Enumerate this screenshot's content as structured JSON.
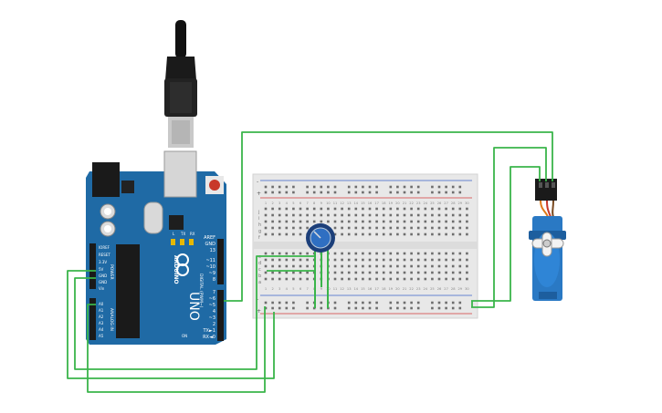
{
  "colors": {
    "wire": "#3ab54a",
    "arduino": "#1f6aa5",
    "arduino_dark": "#15507e",
    "breadboard": "#e8e8e8",
    "servo": "#2a79c4",
    "pot": "#1c4fa0",
    "rail_red": "#d23b3b",
    "rail_blue": "#3b63c8"
  },
  "icons": [
    "usb-plug-icon",
    "reset-button-icon",
    "arduino-logo-icon",
    "servo-horn-icon"
  ],
  "arduino": {
    "brand": "ARDUINO",
    "model": "UNO",
    "top_labels": [
      "AREF",
      "GND",
      "13",
      "~11",
      "~10",
      "~9",
      "8"
    ],
    "mid_labels": [
      "7",
      "~6",
      "~5",
      "4",
      "~3",
      "2"
    ],
    "tx_label": "TX►1",
    "rx_label": "RX◄0",
    "digital_label": "DIGITAL (PWM~)",
    "power_label": "POWER",
    "analog_label": "ANALOG IN",
    "power_pins": [
      "IOREF",
      "RESET",
      "3.3V",
      "5V",
      "GND",
      "GND",
      "Vin"
    ],
    "analog_pins": [
      "A0",
      "A1",
      "A2",
      "A3",
      "A4",
      "A5"
    ],
    "led_labels": [
      "L",
      "TX",
      "RX"
    ],
    "on_label": "ON"
  },
  "breadboard": {
    "row_letters_top": [
      "j",
      "i",
      "h",
      "g",
      "f"
    ],
    "row_letters_bottom": [
      "e",
      "d",
      "c",
      "b",
      "a"
    ],
    "rail_signs": [
      "-",
      "+"
    ],
    "column_numbers": [
      "1",
      "2",
      "3",
      "4",
      "5",
      "6",
      "7",
      "8",
      "9",
      "10",
      "11",
      "12",
      "13",
      "14",
      "15",
      "16",
      "17",
      "18",
      "19",
      "20",
      "21",
      "22",
      "23",
      "24",
      "25",
      "26",
      "27",
      "28",
      "29",
      "30"
    ]
  }
}
